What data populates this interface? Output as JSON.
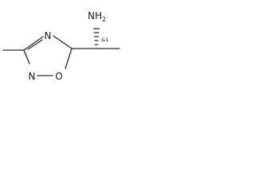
{
  "molecule": {
    "atoms": {
      "amine_N": "N",
      "amine_H": "H",
      "amine_H_count": "2",
      "ring_N2": "N",
      "ring_N4": "N",
      "ring_O": "O"
    },
    "stereo_annotation": "&1"
  },
  "colors": {
    "bond": "#2b2b2b",
    "text": "#1a1a1a",
    "background": "#ffffff"
  }
}
